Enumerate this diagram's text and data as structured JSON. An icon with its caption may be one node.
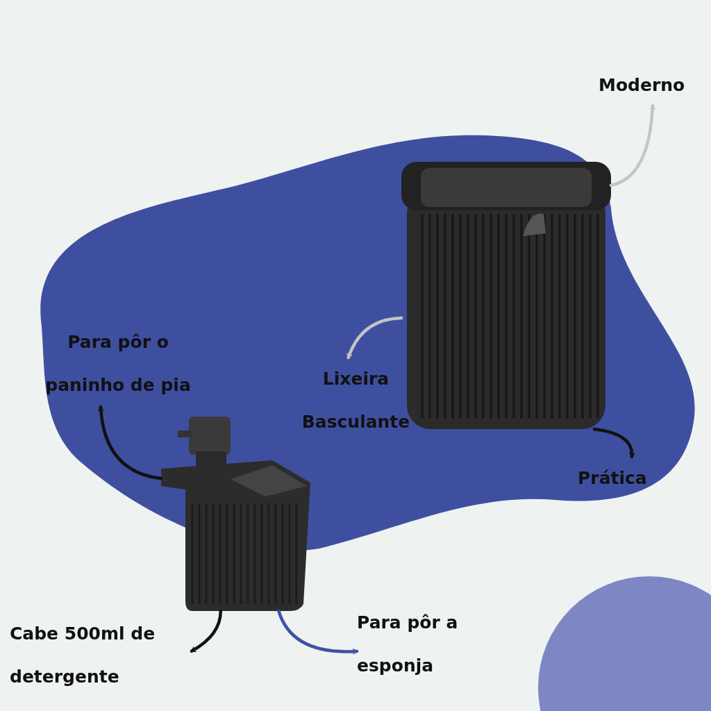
{
  "diagram": {
    "nodes": [
      {
        "text": [],
        "shape": "picture"
      },
      {
        "text": [
          "Moderno"
        ]
      },
      {
        "text": [
          "Lixeira Basculante"
        ]
      },
      {
        "text": [
          "Prática"
        ]
      },
      {
        "text": [],
        "shape": "picture"
      },
      {
        "text": [
          "Para pôr o paninho de pia"
        ]
      },
      {
        "text": [
          "Cabe 500ml de detergente"
        ]
      },
      {
        "text": [
          "Para pôr a esponja"
        ]
      },
      {
        "text": [],
        "shape": "circle"
      }
    ],
    "edges": [
      {
        "from": 0,
        "to": 1,
        "arrow": "to",
        "color": "#c4c4c8"
      },
      {
        "from": 0,
        "to": 2,
        "arrow": "to",
        "color": "#c4c4c8"
      },
      {
        "from": 0,
        "to": 3,
        "arrow": "to"
      },
      {
        "from": 4,
        "to": 5,
        "arrow": "to"
      },
      {
        "from": 4,
        "to": 6,
        "arrow": "to"
      },
      {
        "from": 4,
        "to": 7,
        "arrow": "to",
        "color": "#3f51a5"
      }
    ]
  }
}
